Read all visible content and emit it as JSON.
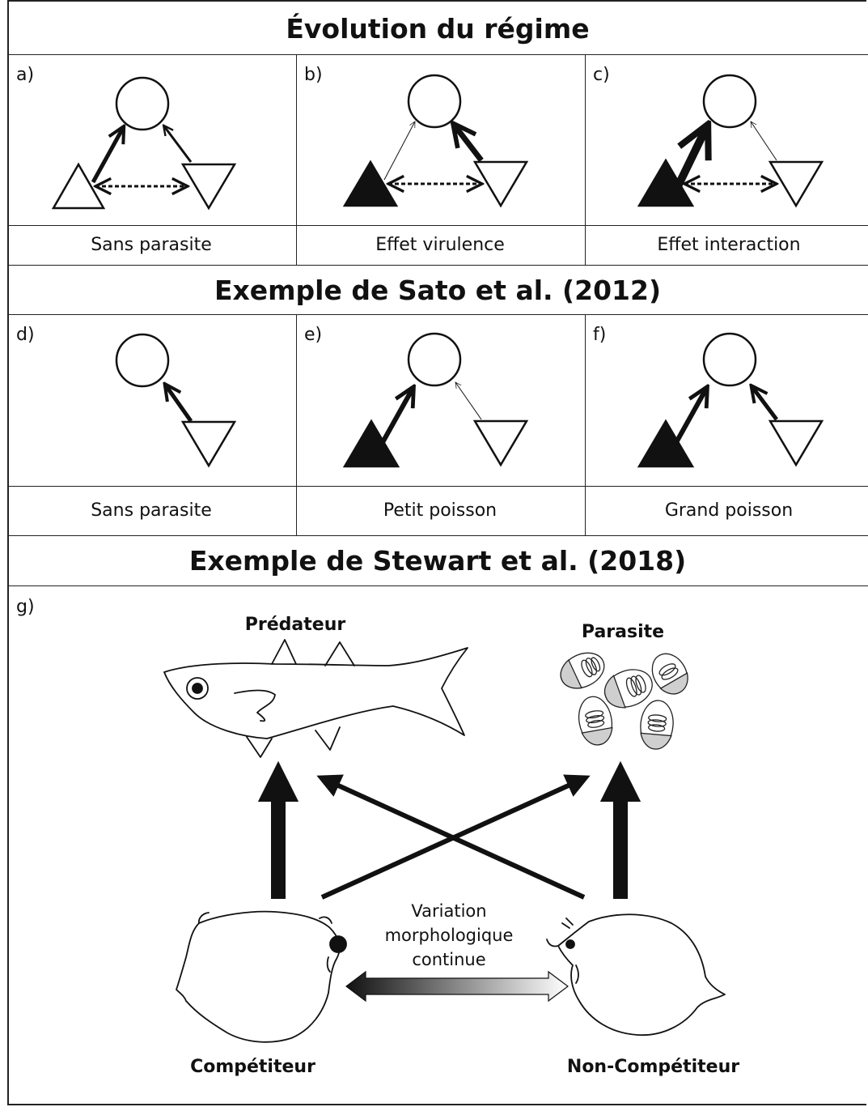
{
  "sections": {
    "section1_title": "Évolution du régime",
    "section2_title": "Exemple de Sato et al. (2012)",
    "section3_title": "Exemple de Stewart et al. (2018)"
  },
  "panels": {
    "a": "a)",
    "b": "b)",
    "c": "c)",
    "d": "d)",
    "e": "e)",
    "f": "f)",
    "g": "g)"
  },
  "captions": {
    "row1": [
      "Sans parasite",
      "Effet virulence",
      "Effet interaction"
    ],
    "row2": [
      "Sans parasite",
      "Petit poisson",
      "Grand poisson"
    ]
  },
  "panel_g": {
    "predator_label": "Prédateur",
    "parasite_label": "Parasite",
    "competitor_label": "Compétiteur",
    "noncompetitor_label": "Non-Compétiteur",
    "variation_lines": [
      "Variation",
      "morphologique",
      "continue"
    ]
  },
  "colors": {
    "ink": "#111111",
    "frame": "#222222",
    "parasite_fill": "#cccccc"
  }
}
